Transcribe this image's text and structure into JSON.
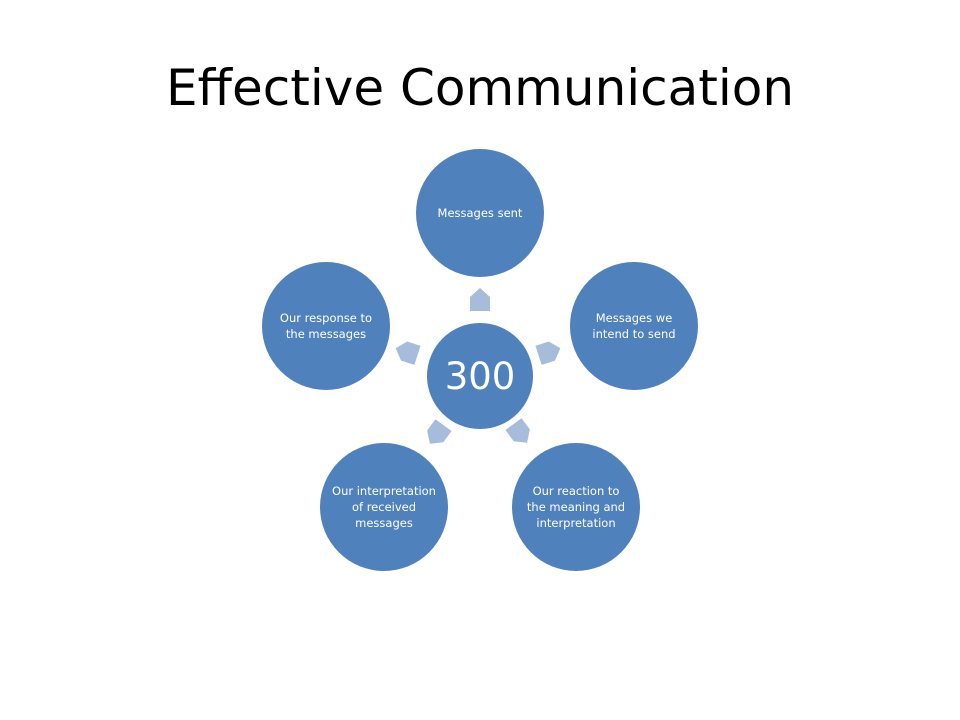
{
  "slide": {
    "title": "Effective Communication"
  },
  "diagram": {
    "center": "300",
    "nodes": [
      "Messages sent",
      "Messages we intend to send",
      "Our reaction to the meaning and interpretation",
      "Our interpretation of received messages",
      "Our response to the messages"
    ]
  },
  "colors": {
    "node_fill": "#4f81bd",
    "arrow_fill": "#a7bcdb",
    "title_text": "#000000",
    "node_text": "#ffffff"
  }
}
